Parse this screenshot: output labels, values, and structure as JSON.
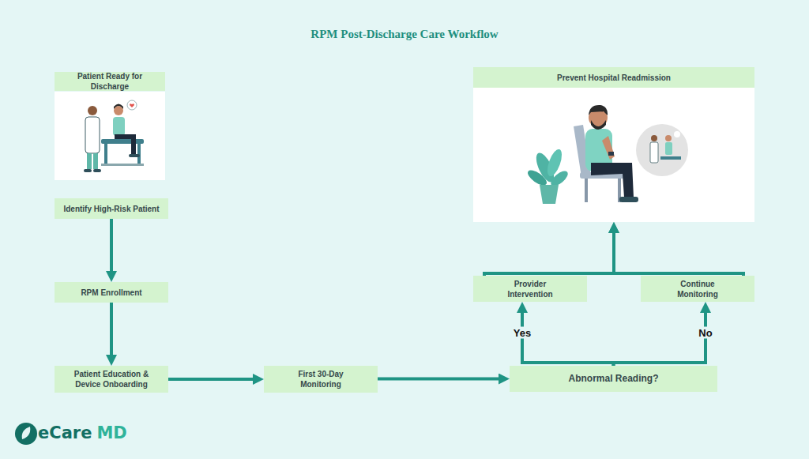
{
  "diagram": {
    "title": "RPM Post-Discharge Care Workflow",
    "nodes": [
      {
        "text": [
          "Patient Ready for Discharge"
        ]
      },
      {
        "text": [
          "Identify High-Risk Patient"
        ]
      },
      {
        "text": [
          "RPM Enrollment"
        ]
      },
      {
        "text": [
          "Patient Education & Device Onboarding"
        ]
      },
      {
        "text": [
          "First 30-Day Monitoring"
        ]
      },
      {
        "text": [
          "Abnormal Reading?"
        ]
      },
      {
        "text": [
          "Provider Intervention"
        ]
      },
      {
        "text": [
          "Continue Monitoring"
        ]
      },
      {
        "text": [
          "Prevent Hospital Readmission"
        ]
      }
    ],
    "edges": [
      {
        "from": 1,
        "to": 2,
        "arrow": "to"
      },
      {
        "from": 2,
        "to": 3,
        "arrow": "to"
      },
      {
        "from": 3,
        "to": 4,
        "arrow": "to"
      },
      {
        "from": 4,
        "to": 5,
        "arrow": "to"
      },
      {
        "from": 5,
        "to": 6,
        "label": "Yes",
        "arrow": "to"
      },
      {
        "from": 5,
        "to": 7,
        "label": "No",
        "arrow": "to"
      },
      {
        "from": 6,
        "to": 8,
        "arrow": "to"
      },
      {
        "from": 7,
        "to": 8,
        "arrow": "to"
      }
    ],
    "labels": [
      "eCare",
      "MD"
    ]
  }
}
